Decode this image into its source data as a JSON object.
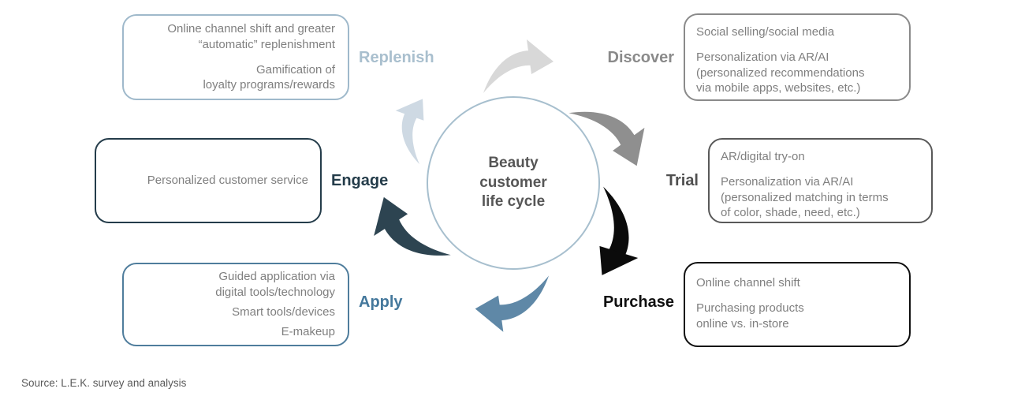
{
  "center": {
    "title": "Beauty\ncustomer\nlife cycle"
  },
  "source": "Source: L.E.K. survey and analysis",
  "circle_border_color": "#a7bfce",
  "stages": [
    {
      "id": "replenish",
      "label": "Replenish",
      "label_color": "#a9bfce",
      "border_color": "#9fb9cb",
      "items": [
        "Online channel shift and greater\n“automatic” replenishment",
        "Gamification of\nloyalty programs/rewards"
      ]
    },
    {
      "id": "discover",
      "label": "Discover",
      "label_color": "#8a8a8a",
      "border_color": "#8a8a8a",
      "items": [
        "Social selling/social media",
        "Personalization via AR/AI\n(personalized recommendations\nvia mobile apps, websites, etc.)"
      ]
    },
    {
      "id": "trial",
      "label": "Trial",
      "label_color": "#4f4f4f",
      "border_color": "#595959",
      "items": [
        "AR/digital try-on",
        "Personalization via AR/AI\n(personalized matching in terms\nof color, shade, need, etc.)"
      ]
    },
    {
      "id": "purchase",
      "label": "Purchase",
      "label_color": "#0f0f0f",
      "border_color": "#0f0f0f",
      "items": [
        "Online channel shift",
        "Purchasing products\nonline vs. in-store"
      ]
    },
    {
      "id": "apply",
      "label": "Apply",
      "label_color": "#44789c",
      "border_color": "#4f7d9c",
      "items": [
        "Guided application via\ndigital tools/technology",
        "Smart tools/devices",
        "E-makeup"
      ]
    },
    {
      "id": "engage",
      "label": "Engage",
      "label_color": "#243c4a",
      "border_color": "#243c4a",
      "items": [
        "Personalized customer service"
      ]
    }
  ],
  "arrows": [
    {
      "name": "replenish-to-discover",
      "color": "#d8d8d8"
    },
    {
      "name": "discover-to-trial",
      "color": "#8f8f8f"
    },
    {
      "name": "trial-to-purchase",
      "color": "#0b0b0b"
    },
    {
      "name": "purchase-to-apply",
      "color": "#5f88a7"
    },
    {
      "name": "apply-to-engage",
      "color": "#2d4451"
    },
    {
      "name": "engage-to-replenish",
      "color": "#ced9e3"
    }
  ]
}
